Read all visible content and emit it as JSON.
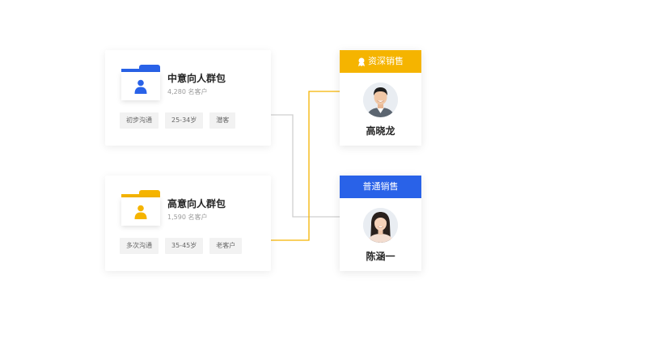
{
  "colors": {
    "blue": "#2962e8",
    "yellow": "#f5b400",
    "connector_gray": "#cfcfcf"
  },
  "audiences": [
    {
      "title": "中意向人群包",
      "count": "4,280 名客户",
      "icon": "person-folder-icon",
      "tags": [
        "初步沟通",
        "25-34岁",
        "潜客"
      ]
    },
    {
      "title": "高意向人群包",
      "count": "1,590 名客户",
      "icon": "person-folder-icon",
      "tags": [
        "多次沟通",
        "35-45岁",
        "老客户"
      ]
    }
  ],
  "sales": [
    {
      "label": "资深销售",
      "icon": "medal-icon",
      "name": "高晓龙"
    },
    {
      "label": "普通销售",
      "name": "陈涵一"
    }
  ]
}
